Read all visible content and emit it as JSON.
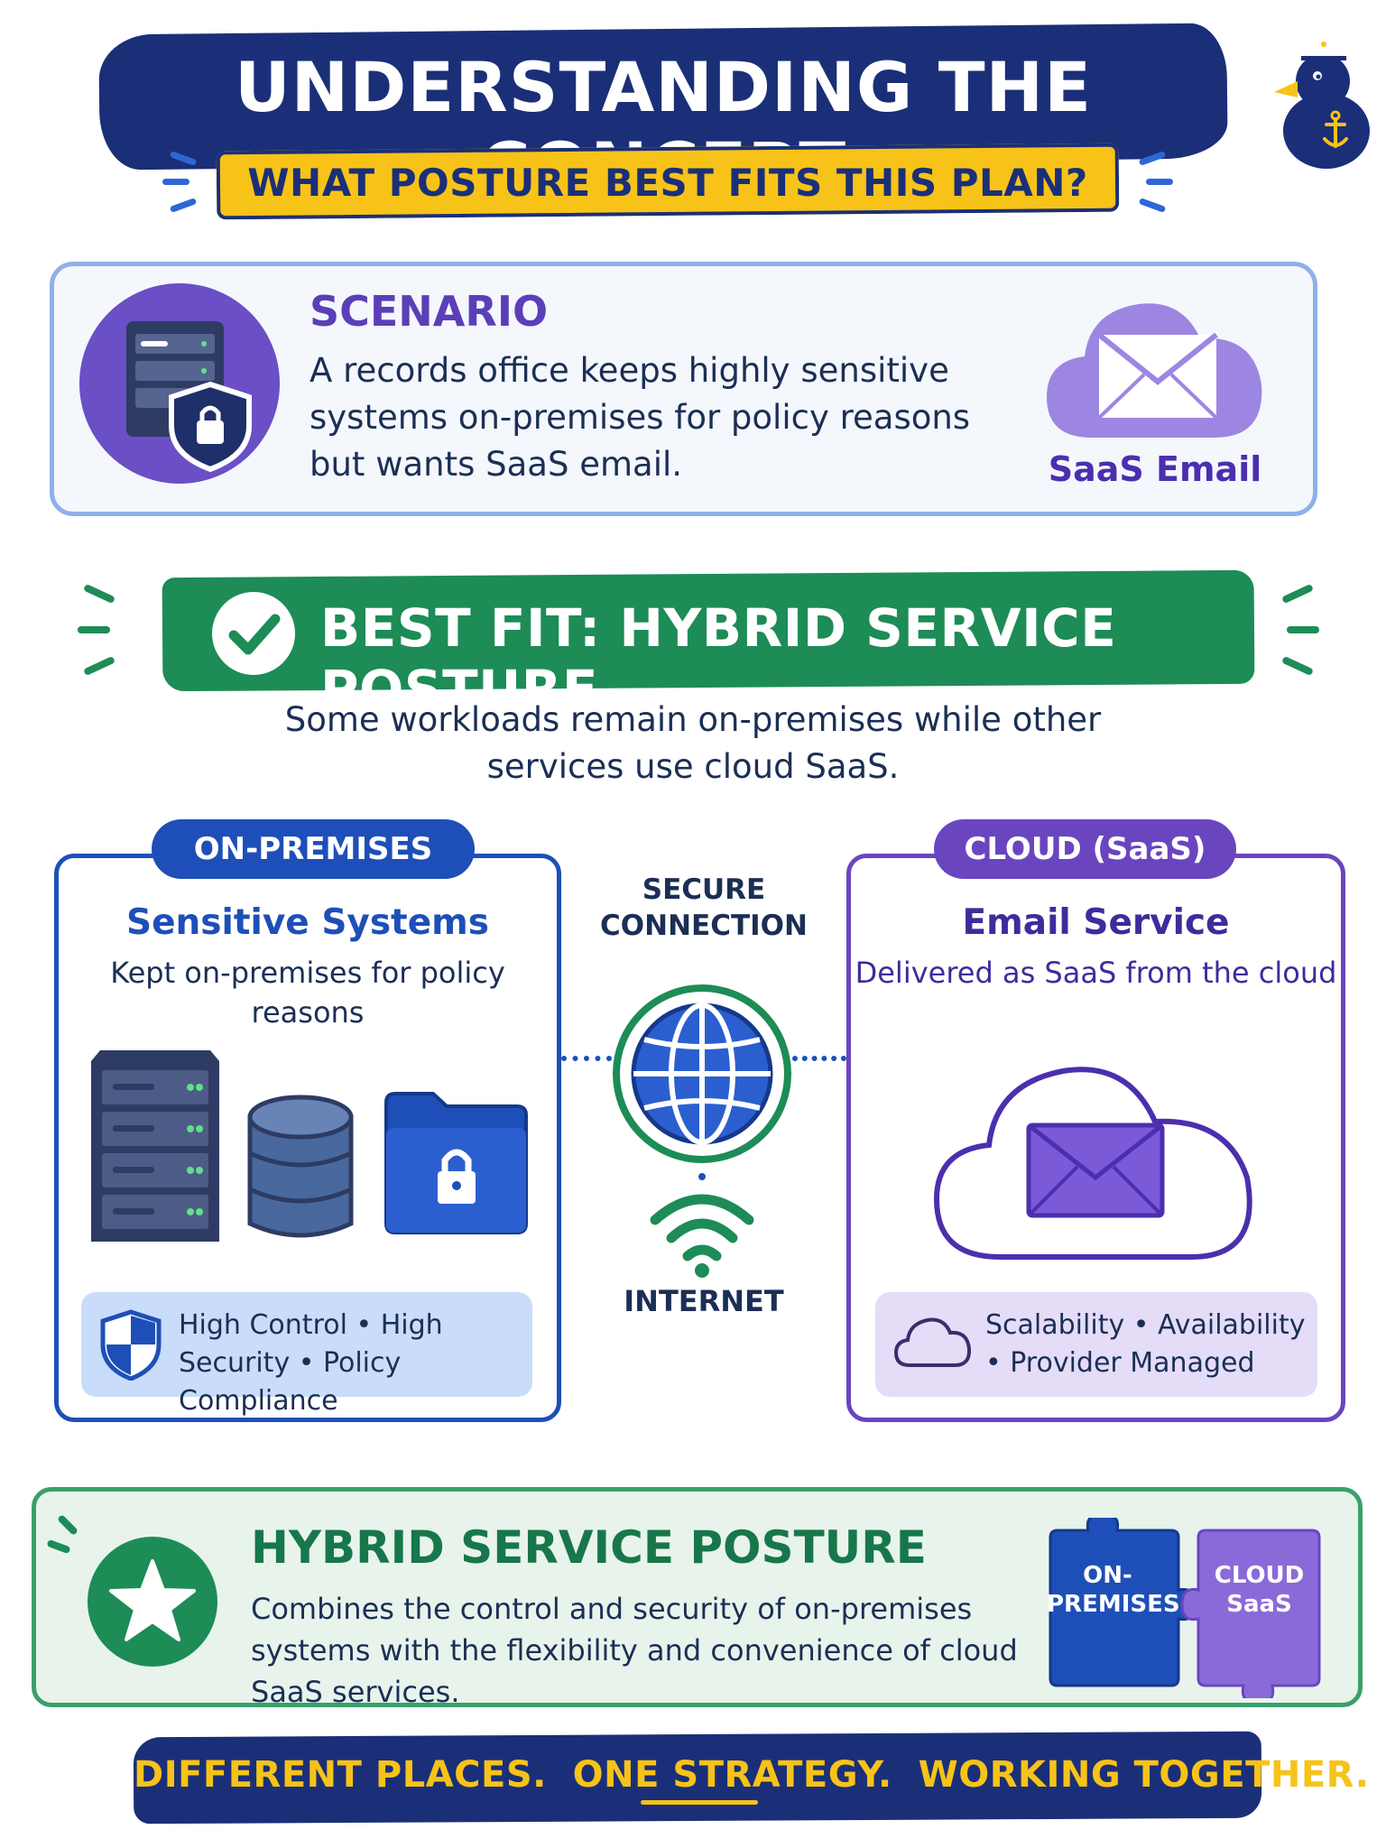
{
  "header": {
    "title": "UNDERSTANDING THE CONCEPT",
    "subtitle": "WHAT POSTURE BEST FITS THIS PLAN?",
    "mascot_icon": "sailor-duck-icon"
  },
  "scenario": {
    "heading": "SCENARIO",
    "body": "A records office keeps highly sensitive systems on-premises for policy reasons but wants SaaS email.",
    "icon": "server-shield-icon",
    "saas_icon": "cloud-mail-icon",
    "saas_label": "SaaS Email"
  },
  "best_fit": {
    "label": "BEST FIT: HYBRID SERVICE POSTURE",
    "icon": "check-circle-icon",
    "description": "Some workloads remain on-premises while other services use cloud SaaS."
  },
  "on_premises": {
    "tab": "ON-PREMISES",
    "title": "Sensitive Systems",
    "subtitle": "Kept on-premises for policy reasons",
    "icons": [
      "server-rack-icon",
      "database-icon",
      "locked-folder-icon"
    ],
    "feature_icon": "shield-icon",
    "features": "High Control • High Security • Policy Compliance"
  },
  "connection": {
    "label": "SECURE CONNECTION",
    "globe_icon": "globe-icon",
    "wifi_icon": "wifi-icon",
    "internet_label": "INTERNET"
  },
  "cloud": {
    "tab": "CLOUD (SaaS)",
    "title": "Email Service",
    "subtitle": "Delivered as SaaS from the cloud",
    "icon": "cloud-mail-icon",
    "feature_icon": "cloud-icon",
    "features": "Scalability • Availability • Provider Managed"
  },
  "hybrid": {
    "title": "HYBRID SERVICE POSTURE",
    "body": "Combines the control and security of on-premises systems with the flexibility and convenience of cloud SaaS services.",
    "icon": "star-badge-icon",
    "puzzle_left": "ON-\nPREMISES",
    "puzzle_right": "CLOUD\nSaaS"
  },
  "footer": {
    "text": "DIFFERENT PLACES.  ONE STRATEGY.  WORKING TOGETHER."
  },
  "colors": {
    "navy": "#1b2f78",
    "yellow": "#f7c318",
    "blue": "#1e4fb8",
    "purple": "#6a45c0",
    "green": "#1d8c56"
  }
}
